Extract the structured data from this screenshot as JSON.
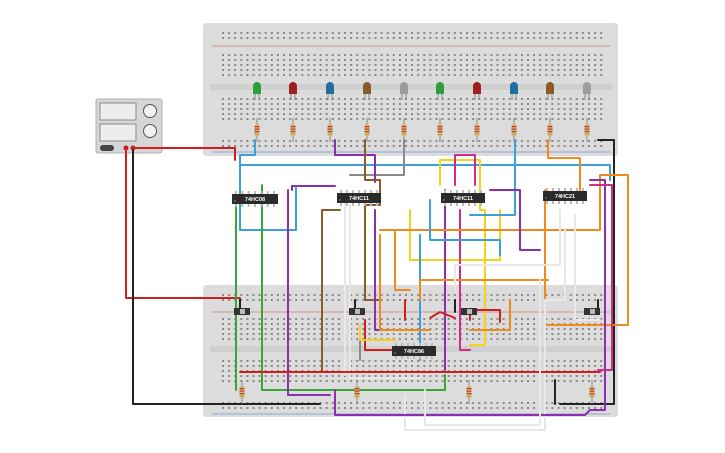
{
  "canvas": {
    "background": "#ffffff"
  },
  "power_supply": {
    "display_top": "",
    "display_bottom": "",
    "color": "#d6d6d6"
  },
  "chips": [
    {
      "id": "chip1",
      "label": "74HC08"
    },
    {
      "id": "chip2",
      "label": "74HC11"
    },
    {
      "id": "chip3",
      "label": "74HC11"
    },
    {
      "id": "chip4",
      "label": "74HC21"
    },
    {
      "id": "chip5",
      "label": "74HC86"
    }
  ],
  "leds": [
    {
      "color": "#2e9e3a",
      "icon": "led-icon"
    },
    {
      "color": "#9e1f1f",
      "icon": "led-icon"
    },
    {
      "color": "#1f6e9e",
      "icon": "led-icon"
    },
    {
      "color": "#8a5a2b",
      "icon": "led-icon"
    },
    {
      "color": "#9c9c9c",
      "icon": "led-icon"
    },
    {
      "color": "#2e9e3a",
      "icon": "led-icon"
    },
    {
      "color": "#9e1f1f",
      "icon": "led-icon"
    },
    {
      "color": "#1f6e9e",
      "icon": "led-icon"
    },
    {
      "color": "#8a5a2b",
      "icon": "led-icon"
    },
    {
      "color": "#9c9c9c",
      "icon": "led-icon"
    }
  ],
  "switches": [
    {
      "icon": "slide-switch-icon"
    },
    {
      "icon": "slide-switch-icon"
    },
    {
      "icon": "slide-switch-icon"
    },
    {
      "icon": "slide-switch-icon"
    }
  ],
  "colors": {
    "breadboard": "#dcdcdc",
    "breadboard_hole": "#8a8a8a",
    "chip": "#2b2b2b",
    "wire_red": "#d11e1e",
    "wire_black": "#222222",
    "wire_green": "#3aa63a",
    "wire_blue": "#3aa0d8",
    "wire_purple": "#8a2fb0",
    "wire_orange": "#f08a1c",
    "wire_yellow": "#f2d21c",
    "wire_brown": "#8a5a2b",
    "wire_white": "#e8e8e8",
    "wire_gray": "#8a8a8a",
    "wire_magenta": "#d02a8a"
  }
}
